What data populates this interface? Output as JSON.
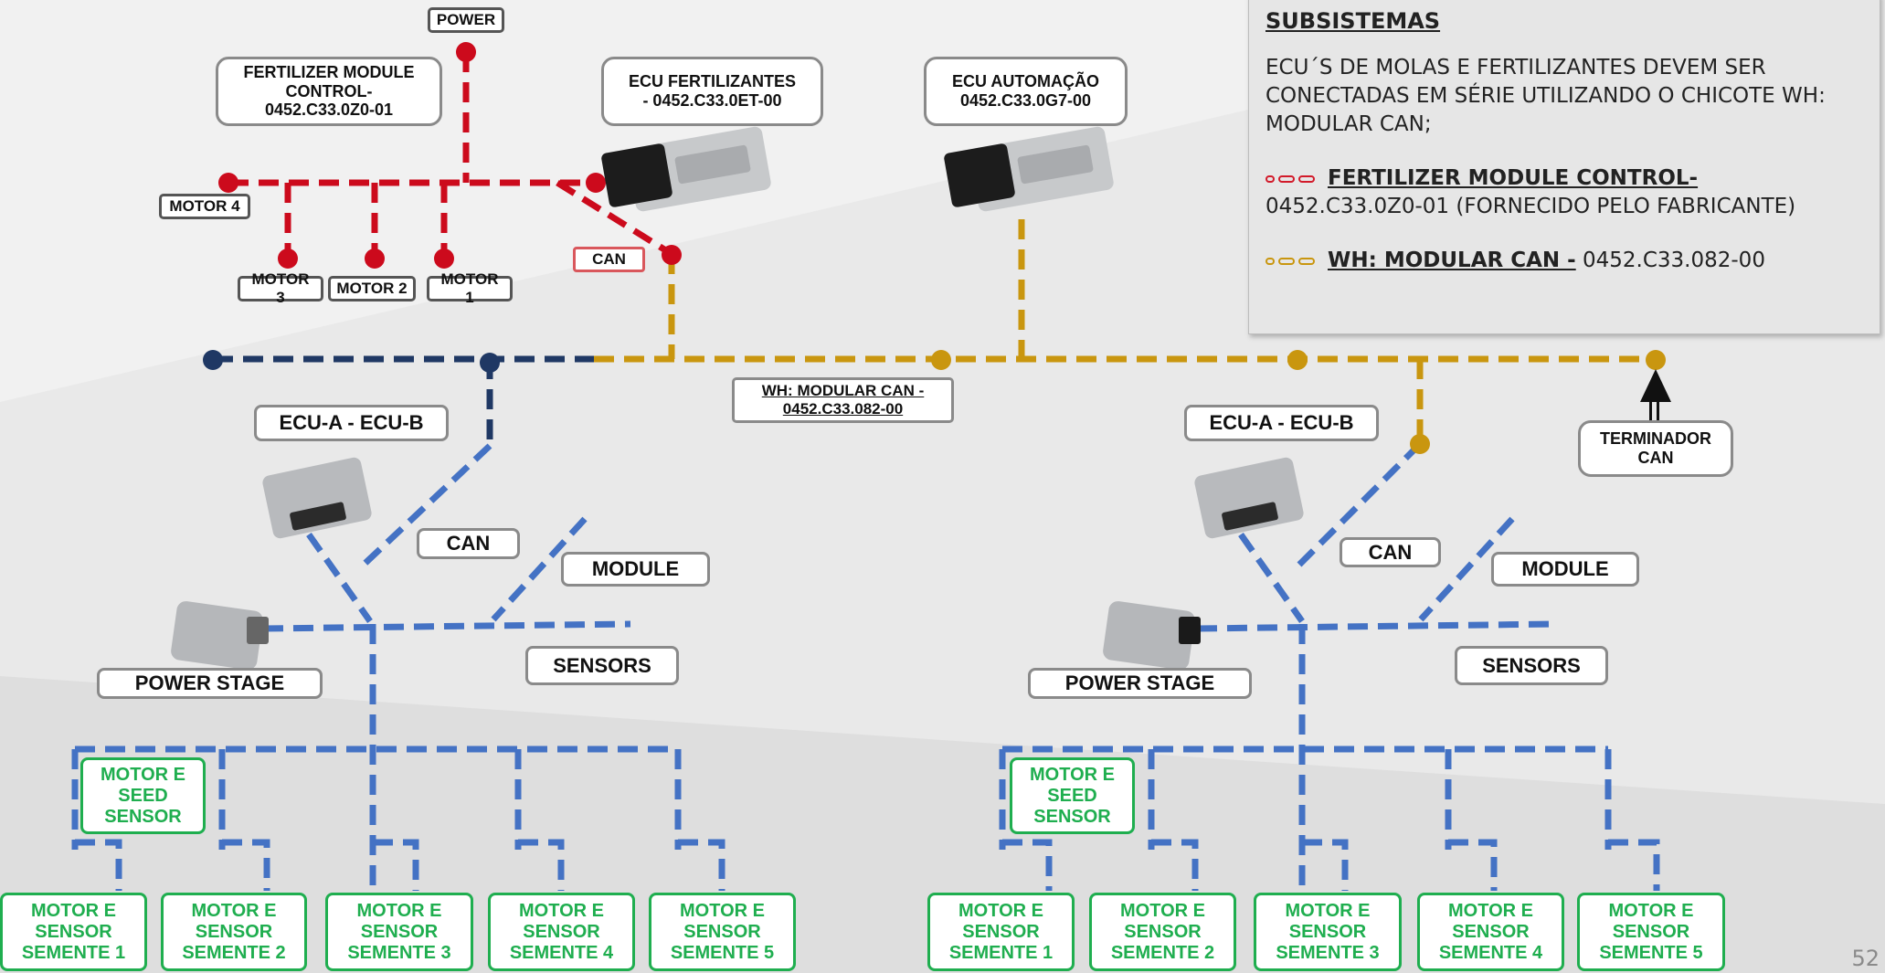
{
  "colors": {
    "red_harness": "#cc0a1c",
    "gold_harness": "#c9960f",
    "navy_harness": "#1f3864",
    "blue_harness": "#4472c4",
    "green_labels": "#1fae4f"
  },
  "top_labels": {
    "power": "POWER",
    "fertilizer_module": "FERTILIZER MODULE\nCONTROL-\n0452.C33.0Z0-01",
    "ecu_fertilizantes": "ECU FERTILIZANTES\n- 0452.C33.0ET-00",
    "ecu_automacao": "ECU AUTOMAÇÃO\n0452.C33.0G7-00",
    "motor_4": "MOTOR 4",
    "motor_3": "MOTOR 3",
    "motor_2": "MOTOR 2",
    "motor_1": "MOTOR 1",
    "can": "CAN",
    "wh_modular": "WH: MODULAR CAN -\n0452.C33.082-00",
    "terminador": "TERMINADOR\nCAN"
  },
  "panel": {
    "title": "SUBSISTEMAS",
    "body": "ECU´S DE MOLAS E FERTILIZANTES DEVEM SER CONECTADAS EM SÉRIE UTILIZANDO O CHICOTE WH: MODULAR CAN;",
    "legend": [
      {
        "label": "FERTILIZER MODULE CONTROL-",
        "rest": "0452.C33.0Z0-01 (FORNECIDO PELO FABRICANTE)",
        "color": "#d21a2a"
      },
      {
        "label": "WH: MODULAR CAN -",
        "rest": " 0452.C33.082-00",
        "color": "#c9960f"
      }
    ]
  },
  "units": [
    {
      "ecu": "ECU-A - ECU-B",
      "can": "CAN",
      "module": "MODULE",
      "sensors": "SENSORS",
      "power_stage": "POWER STAGE",
      "seed_sensor": "MOTOR E\nSEED\nSENSOR",
      "motors": [
        "MOTOR E\nSENSOR\nSEMENTE 1",
        "MOTOR E\nSENSOR\nSEMENTE 2",
        "MOTOR E\nSENSOR\nSEMENTE 3",
        "MOTOR E\nSENSOR\nSEMENTE 4",
        "MOTOR E\nSENSOR\nSEMENTE 5"
      ]
    },
    {
      "ecu": "ECU-A - ECU-B",
      "can": "CAN",
      "module": "MODULE",
      "sensors": "SENSORS",
      "power_stage": "POWER STAGE",
      "seed_sensor": "MOTOR E\nSEED\nSENSOR",
      "motors": [
        "MOTOR E\nSENSOR\nSEMENTE 1",
        "MOTOR E\nSENSOR\nSEMENTE 2",
        "MOTOR E\nSENSOR\nSEMENTE 3",
        "MOTOR E\nSENSOR\nSEMENTE 4",
        "MOTOR E\nSENSOR\nSEMENTE 5"
      ]
    }
  ],
  "page_number": "52"
}
